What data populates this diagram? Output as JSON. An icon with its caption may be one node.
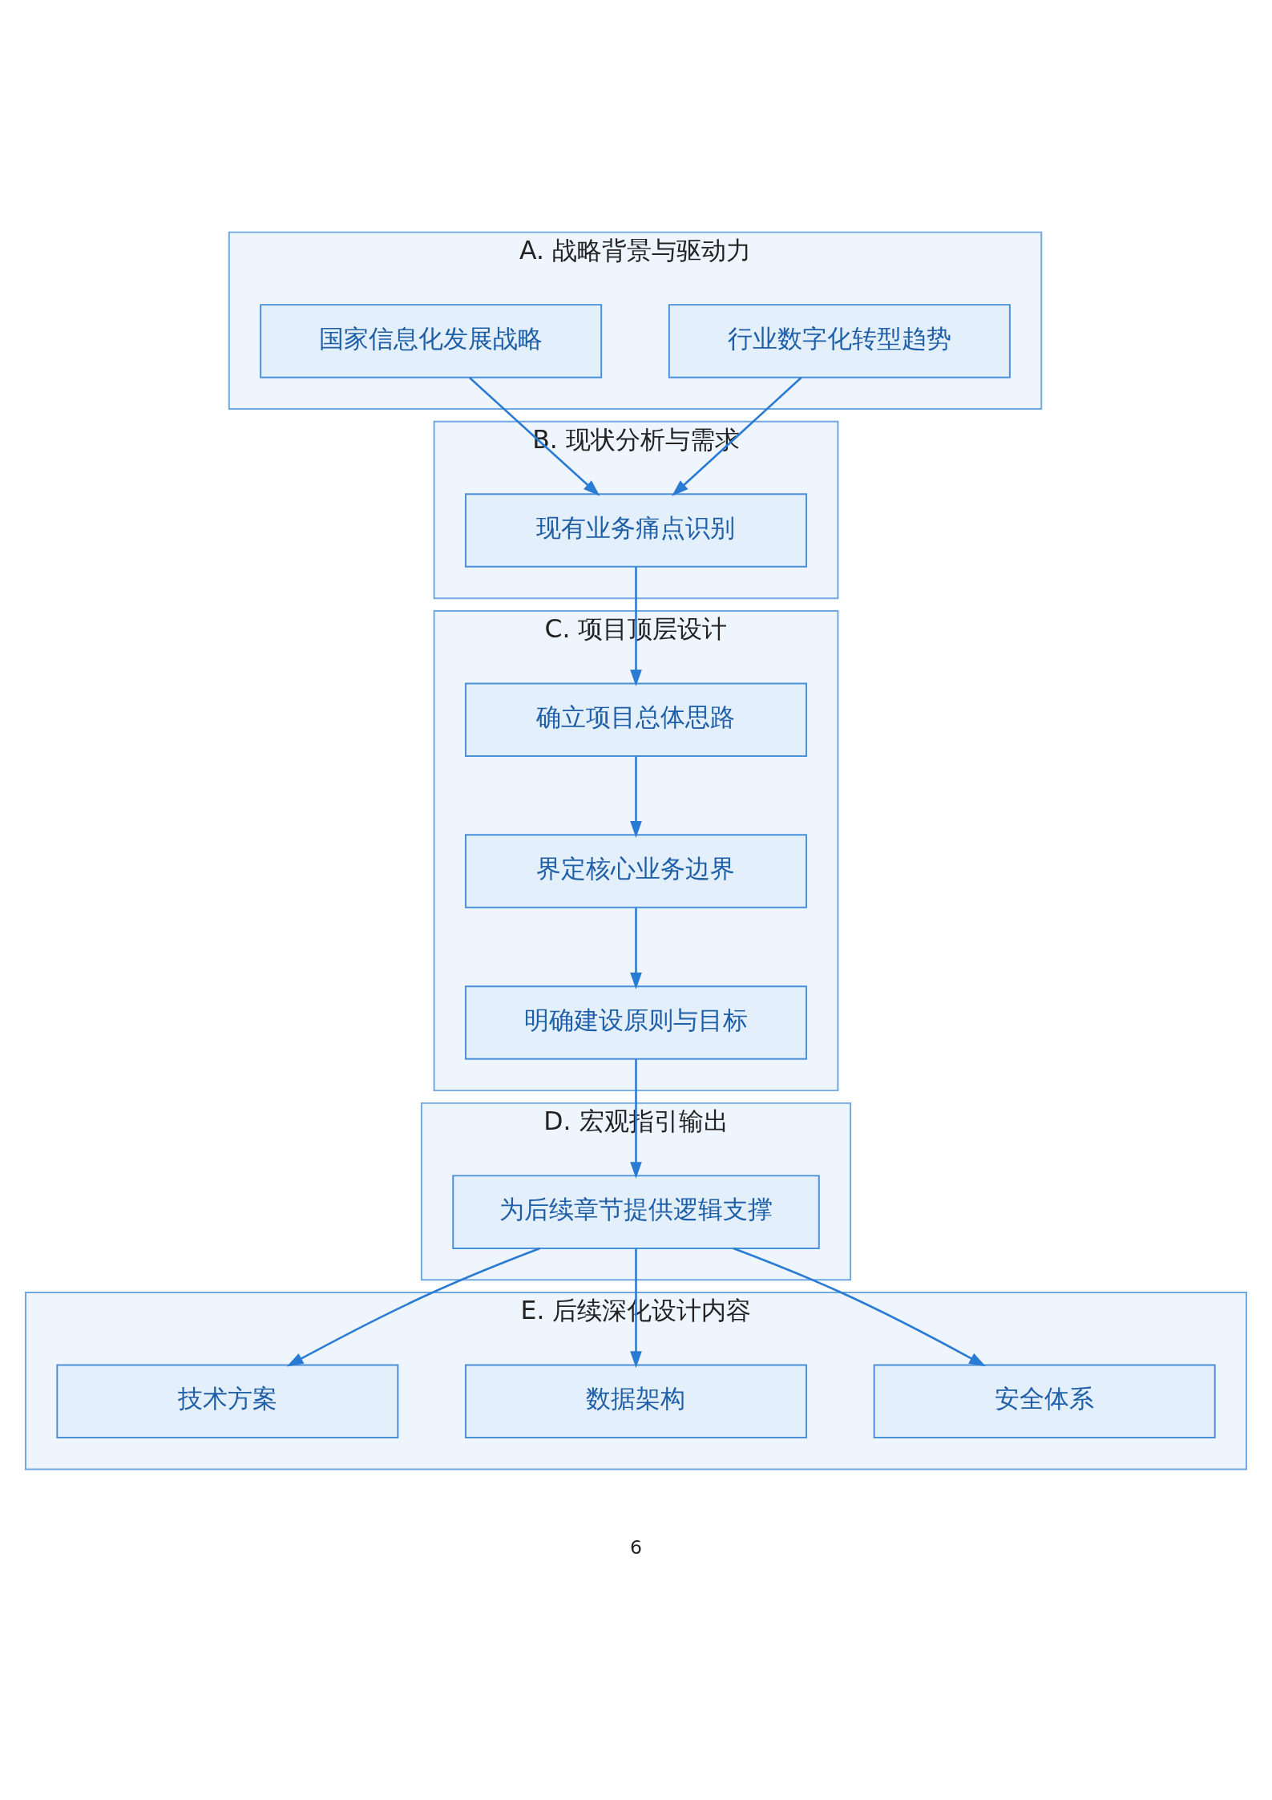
{
  "diagram": {
    "nodes": [
      {
        "text": [
          "A. 战略背景与驱动力"
        ]
      },
      {
        "text": [
          "国家信息化发展战略"
        ],
        "in": 0
      },
      {
        "text": [
          "行业数字化转型趋势"
        ],
        "in": 0
      },
      {
        "text": [
          "B. 现状分析与需求"
        ]
      },
      {
        "text": [
          "现有业务痛点识别"
        ],
        "in": 3
      },
      {
        "text": [
          "C. 项目顶层设计"
        ]
      },
      {
        "text": [
          "确立项目总体思路"
        ],
        "in": 5
      },
      {
        "text": [
          "界定核心业务边界"
        ],
        "in": 5
      },
      {
        "text": [
          "明确建设原则与目标"
        ],
        "in": 5
      },
      {
        "text": [
          "D. 宏观指引输出"
        ]
      },
      {
        "text": [
          "为后续章节提供逻辑支撑"
        ],
        "in": 9
      },
      {
        "text": [
          "E. 后续深化设计内容"
        ]
      },
      {
        "text": [
          "技术方案"
        ],
        "in": 11
      },
      {
        "text": [
          "数据架构"
        ],
        "in": 11
      },
      {
        "text": [
          "安全体系"
        ],
        "in": 11
      }
    ],
    "edges": [
      {
        "from": 1,
        "to": 4,
        "arrow": "to"
      },
      {
        "from": 2,
        "to": 4,
        "arrow": "to"
      },
      {
        "from": 4,
        "to": 6,
        "arrow": "to"
      },
      {
        "from": 6,
        "to": 7,
        "arrow": "to"
      },
      {
        "from": 7,
        "to": 8,
        "arrow": "to"
      },
      {
        "from": 8,
        "to": 10,
        "arrow": "to"
      },
      {
        "from": 10,
        "to": 12,
        "arrow": "to"
      },
      {
        "from": 10,
        "to": 13,
        "arrow": "to"
      },
      {
        "from": 10,
        "to": 14,
        "arrow": "to"
      }
    ],
    "labels": [
      "6"
    ]
  }
}
